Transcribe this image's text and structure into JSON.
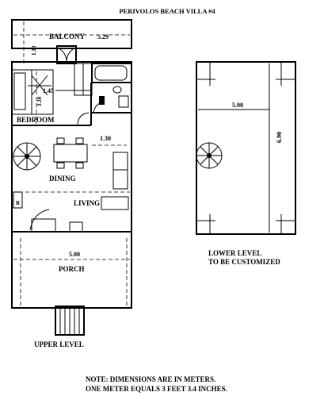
{
  "title": "PERIVOLOS BEACH VILLA #4",
  "upper_level": {
    "caption": "UPPER LEVEL",
    "rooms": {
      "balcony": "BALCONY",
      "bedroom": "BEDROOM",
      "dining": "DINING",
      "living": "LIVING",
      "porch": "PORCH"
    },
    "dimensions": {
      "balcony_width": "5.29",
      "balcony_depth": "1.10",
      "bath_width": "1.45",
      "bedroom_depth": "3.30",
      "hall_width": "1.30",
      "porch_width": "5.00"
    },
    "fixture_label": "R"
  },
  "lower_level": {
    "caption_line1": "LOWER LEVEL",
    "caption_line2": "TO BE CUSTOMIZED",
    "dimensions": {
      "width": "5.00",
      "depth": "6.90"
    }
  },
  "notes": {
    "line1": "NOTE: DIMENSIONS ARE IN METERS.",
    "line2": "ONE METER EQUALS 3 FEET 3.4 INCHES."
  }
}
